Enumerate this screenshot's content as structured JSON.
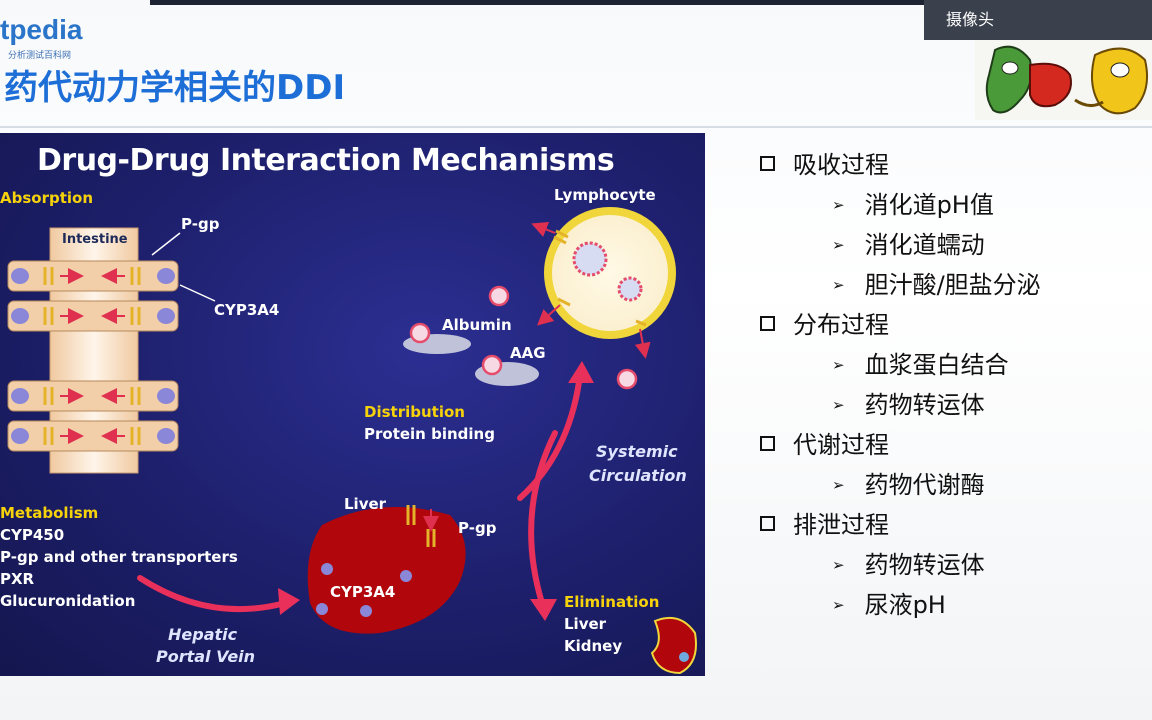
{
  "header": {
    "logo_text": "tpedia",
    "logo_subtext": "分析测试百科网",
    "title": "药代动力学相关的DDI",
    "camera_label": "摄像头"
  },
  "figure": {
    "title": "Drug-Drug Interaction Mechanisms",
    "absorption": "Absorption",
    "intestine": "Intestine",
    "pgp_top": "P-gp",
    "cyp3a4_right": "CYP3A4",
    "lymphocyte": "Lymphocyte",
    "albumin": "Albumin",
    "aag": "AAG",
    "distribution": "Distribution",
    "protein_binding": "Protein binding",
    "systemic": "Systemic",
    "circulation": "Circulation",
    "metabolism": "Metabolism",
    "met_1": "CYP450",
    "met_2": "P-gp and other transporters",
    "met_3": "PXR",
    "met_4": "Glucuronidation",
    "liver": "Liver",
    "pgp_liver": "P-gp",
    "cyp3a4_liver": "CYP3A4",
    "hepatic": "Hepatic",
    "portal_vein": "Portal Vein",
    "elimination": "Elimination",
    "elim_liver": "Liver",
    "elim_kidney": "Kidney"
  },
  "outline": [
    {
      "level": 1,
      "text": "吸收过程"
    },
    {
      "level": 2,
      "text": "消化道pH值"
    },
    {
      "level": 2,
      "text": "消化道蠕动"
    },
    {
      "level": 2,
      "text": "胆汁酸/胆盐分泌"
    },
    {
      "level": 1,
      "text": "分布过程"
    },
    {
      "level": 2,
      "text": "血浆蛋白结合"
    },
    {
      "level": 2,
      "text": "药物转运体"
    },
    {
      "level": 1,
      "text": "代谢过程"
    },
    {
      "level": 2,
      "text": "药物代谢酶"
    },
    {
      "level": 1,
      "text": "排泄过程"
    },
    {
      "level": 2,
      "text": "药物转运体"
    },
    {
      "level": 2,
      "text": "尿液pH"
    }
  ],
  "icons": {
    "level1_bullet": "square-bullet-icon",
    "level2_bullet": "arrowhead-bullet-icon"
  },
  "colors": {
    "title_blue": "#1d6ed6",
    "figure_bg": "#1d1f6b",
    "label_yellow": "#f6d20a",
    "liver_red": "#b0060c"
  }
}
